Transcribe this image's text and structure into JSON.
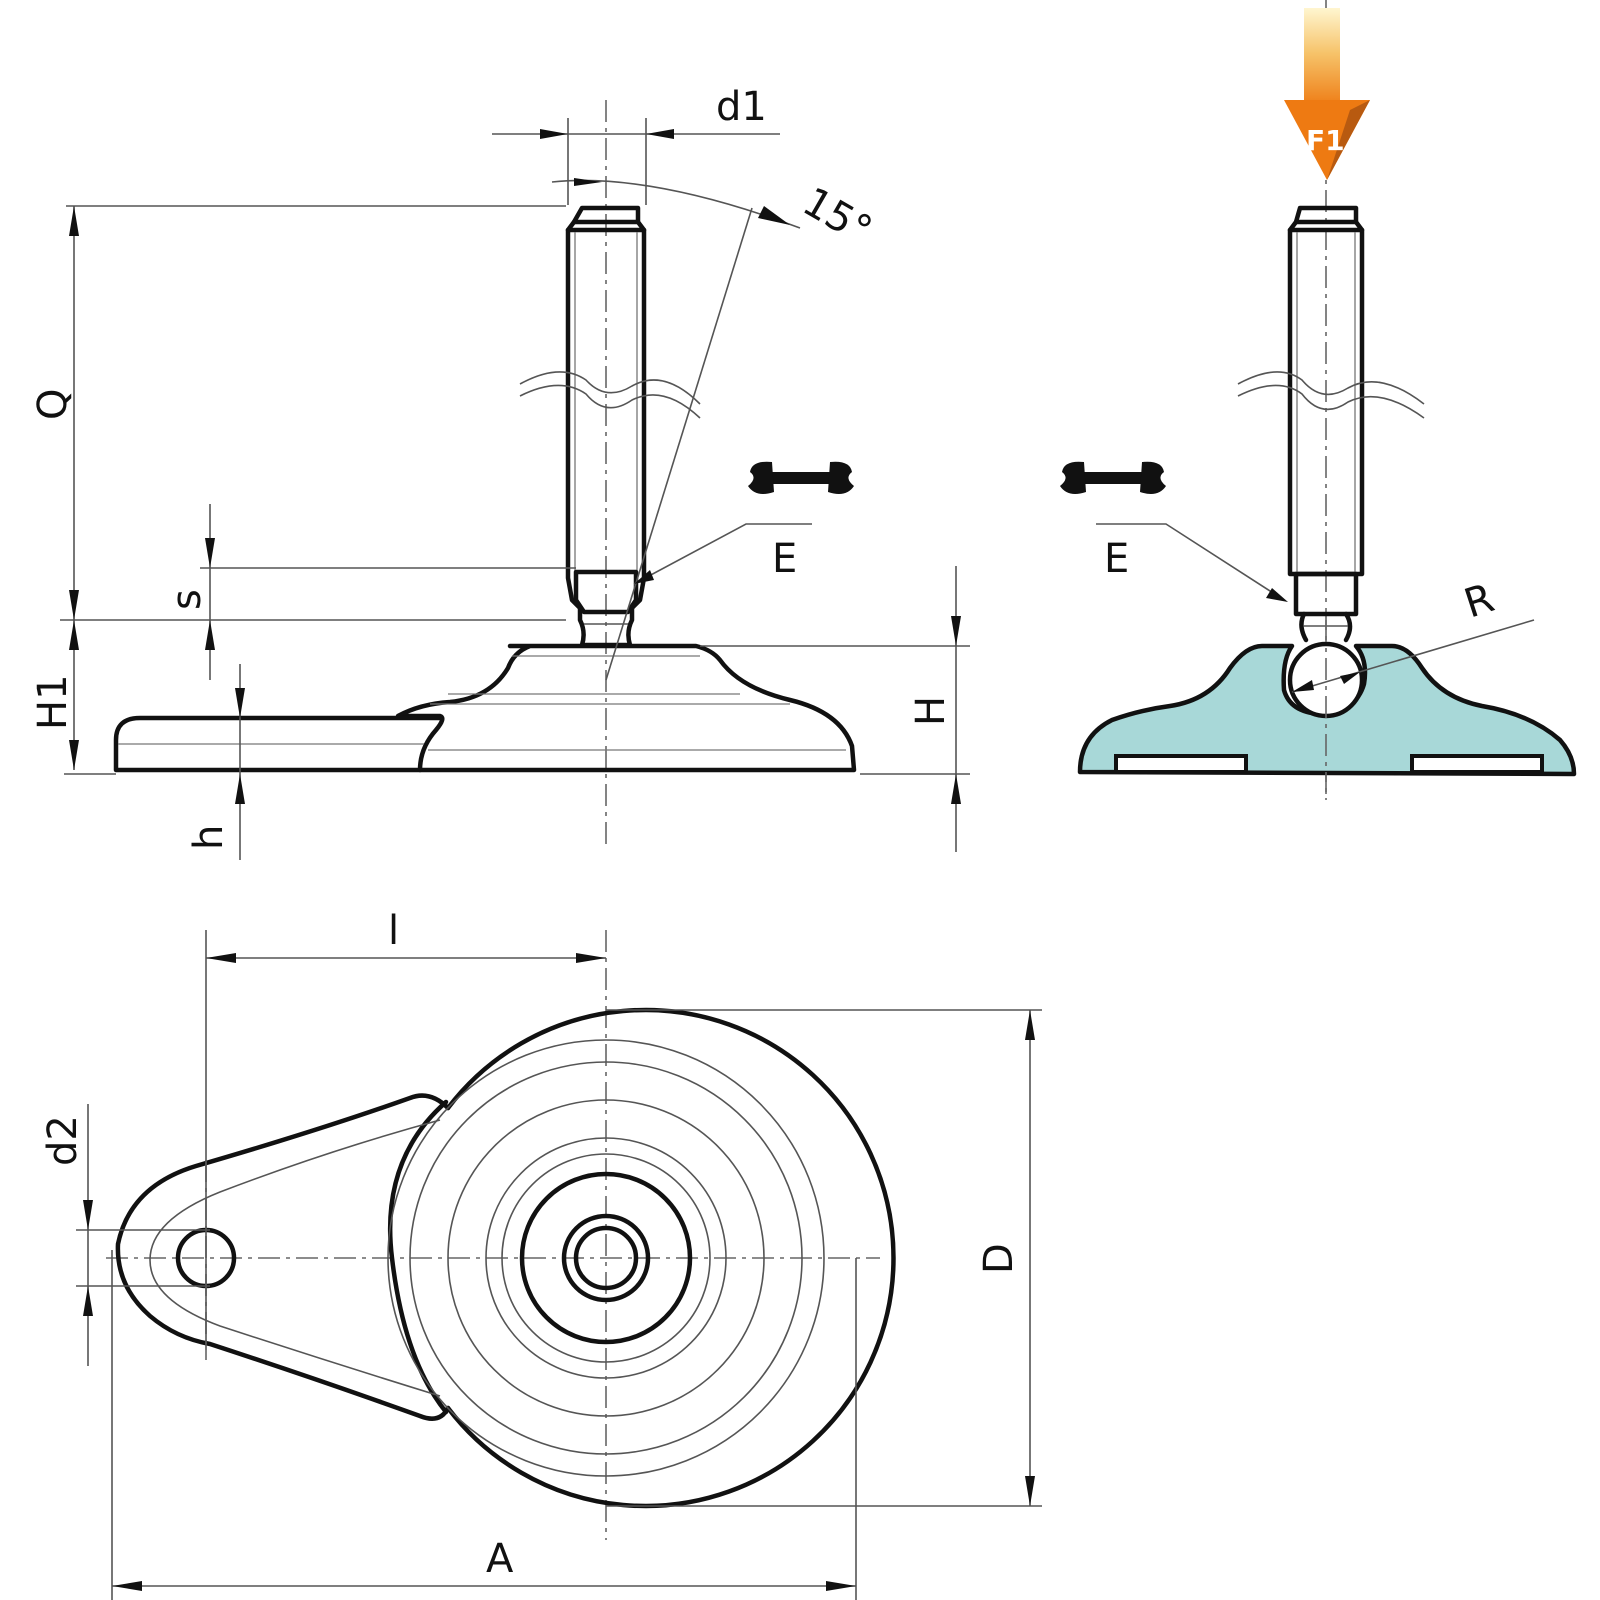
{
  "drawing": {
    "subject": "Articulated leveling foot with fixing lug",
    "views": {
      "side": {
        "labels": {
          "d1": "d1",
          "angle": "15°",
          "Q": "Q",
          "s": "s",
          "H1": "H1",
          "h": "h",
          "H": "H",
          "E": "E"
        }
      },
      "section": {
        "labels": {
          "E": "E",
          "R": "R",
          "F1": "F1"
        },
        "fill_color": "#a8d8d8",
        "force_arrow_color": "#f08a1c"
      },
      "top": {
        "labels": {
          "l": "l",
          "d2": "d2",
          "D": "D",
          "A": "A"
        }
      }
    },
    "icons": [
      "wrench-icon",
      "wrench-icon",
      "force-arrow-icon"
    ]
  }
}
